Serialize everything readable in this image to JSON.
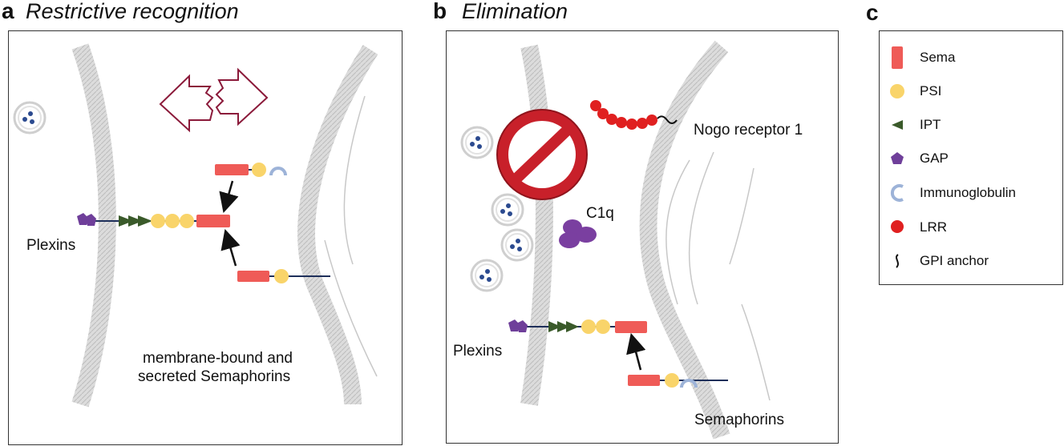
{
  "panels": {
    "a": {
      "letter": "a",
      "title": "Restrictive recognition",
      "plexins_label": "Plexins",
      "sema_line1": "membrane-bound and",
      "sema_line2": "secreted Semaphorins"
    },
    "b": {
      "letter": "b",
      "title": "Elimination",
      "plexins_label": "Plexins",
      "c1q_label": "C1q",
      "nogo_label": "Nogo receptor 1",
      "sema_label": "Semaphorins"
    },
    "c": {
      "letter": "c"
    }
  },
  "legend": [
    {
      "label": "Sema",
      "icon": "sema-rect-icon",
      "color": "#ef5b57"
    },
    {
      "label": "PSI",
      "icon": "psi-circle-icon",
      "color": "#f9d46a"
    },
    {
      "label": "IPT",
      "icon": "ipt-triangle-icon",
      "color": "#3a5a2a"
    },
    {
      "label": "GAP",
      "icon": "gap-pentagon-icon",
      "color": "#6f3f9a"
    },
    {
      "label": "Immunoglobulin",
      "icon": "immunoglobulin-arc-icon",
      "color": "#9db3d8"
    },
    {
      "label": "LRR",
      "icon": "lrr-circle-icon",
      "color": "#e02020"
    },
    {
      "label": "GPI anchor",
      "icon": "gpi-anchor-icon",
      "color": "#111111"
    }
  ],
  "colors": {
    "membrane": "#cfcfcf",
    "crossing_arrows": "#8b1a3a",
    "prohibition": "#c8202a",
    "c1q": "#7a3fa0",
    "vesicle_dots": "#2b4a8f",
    "stem": "#1e2f5a"
  }
}
